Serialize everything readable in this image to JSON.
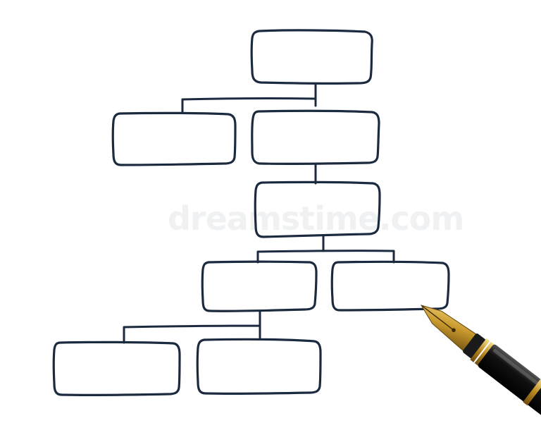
{
  "diagram": {
    "type": "hand-drawn org chart template",
    "ink_color": "#1c2a3f",
    "node_count": 8,
    "node_labels": [
      "",
      "",
      "",
      "",
      "",
      "",
      "",
      ""
    ]
  },
  "watermark": {
    "text": "dreamstime.com",
    "color": "#e2e6ea"
  },
  "pen": {
    "icon": "fountain-pen-icon",
    "nib_color": "#c99a2e",
    "barrel_color": "#141414"
  }
}
